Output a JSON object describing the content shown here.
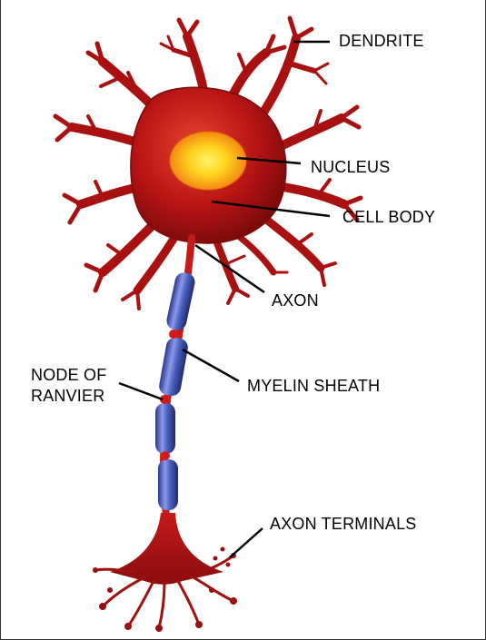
{
  "diagram": {
    "labels": {
      "dendrite": "DENDRITE",
      "nucleus": "NUCLEUS",
      "cell_body": "CELL BODY",
      "axon": "AXON",
      "node_of_ranvier_line1": "NODE OF",
      "node_of_ranvier_line2": "RANVIER",
      "myelin_sheath": "MYELIN SHEATH",
      "axon_terminals": "AXON TERMINALS"
    },
    "colors": {
      "cell": "#b81414",
      "cell_dark": "#7a0a0a",
      "cell_light": "#e03a2a",
      "nucleus_inner": "#ffe23a",
      "nucleus_outer": "#f08a10",
      "myelin": "#4a5fc0",
      "myelin_light": "#8a9ae8",
      "myelin_dark": "#28306e",
      "leader_line": "#000000"
    }
  }
}
